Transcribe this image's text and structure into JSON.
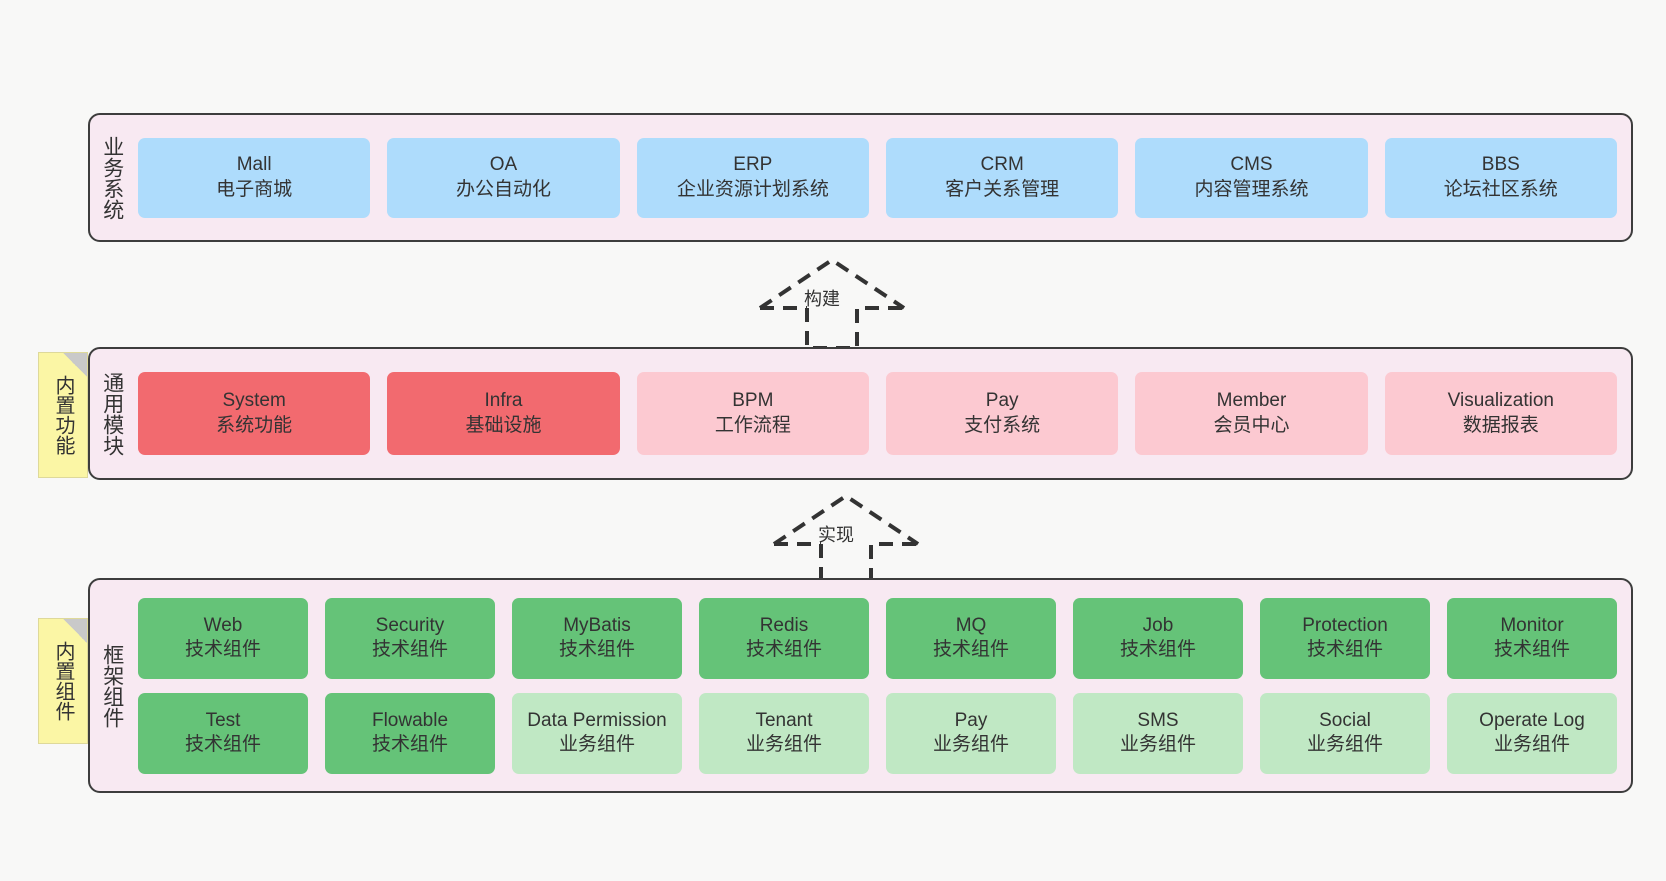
{
  "canvas": {
    "background": "#f8f8f7",
    "panel_background": "#f8e9f2",
    "panel_border": "#3d3d3d"
  },
  "palette": {
    "blue": "#aedcfc",
    "red": "#f26a6f",
    "pink": "#fcc9d1",
    "green": "#65c378",
    "light_green": "#c0e8c4",
    "note_yellow": "#fbf6a5"
  },
  "layers": {
    "business": {
      "title": "业务系统",
      "cards": [
        {
          "en": "Mall",
          "cn": "电子商城",
          "color": "blue"
        },
        {
          "en": "OA",
          "cn": "办公自动化",
          "color": "blue"
        },
        {
          "en": "ERP",
          "cn": "企业资源计划系统",
          "color": "blue"
        },
        {
          "en": "CRM",
          "cn": "客户关系管理",
          "color": "blue"
        },
        {
          "en": "CMS",
          "cn": "内容管理系统",
          "color": "blue"
        },
        {
          "en": "BBS",
          "cn": "论坛社区系统",
          "color": "blue"
        }
      ]
    },
    "modules": {
      "title": "通用模块",
      "note": "内置功能",
      "cards": [
        {
          "en": "System",
          "cn": "系统功能",
          "color": "red"
        },
        {
          "en": "Infra",
          "cn": "基础设施",
          "color": "red"
        },
        {
          "en": "BPM",
          "cn": "工作流程",
          "color": "pink"
        },
        {
          "en": "Pay",
          "cn": "支付系统",
          "color": "pink"
        },
        {
          "en": "Member",
          "cn": "会员中心",
          "color": "pink"
        },
        {
          "en": "Visualization",
          "cn": "数据报表",
          "color": "pink"
        }
      ]
    },
    "framework": {
      "title": "框架组件",
      "note": "内置组件",
      "row1": [
        {
          "en": "Web",
          "cn": "技术组件",
          "color": "green"
        },
        {
          "en": "Security",
          "cn": "技术组件",
          "color": "green"
        },
        {
          "en": "MyBatis",
          "cn": "技术组件",
          "color": "green"
        },
        {
          "en": "Redis",
          "cn": "技术组件",
          "color": "green"
        },
        {
          "en": "MQ",
          "cn": "技术组件",
          "color": "green"
        },
        {
          "en": "Job",
          "cn": "技术组件",
          "color": "green"
        },
        {
          "en": "Protection",
          "cn": "技术组件",
          "color": "green"
        },
        {
          "en": "Monitor",
          "cn": "技术组件",
          "color": "green"
        }
      ],
      "row2": [
        {
          "en": "Test",
          "cn": "技术组件",
          "color": "green"
        },
        {
          "en": "Flowable",
          "cn": "技术组件",
          "color": "green"
        },
        {
          "en": "Data Permission",
          "cn": "业务组件",
          "color": "light_green",
          "wrap": true
        },
        {
          "en": "Tenant",
          "cn": "业务组件",
          "color": "light_green"
        },
        {
          "en": "Pay",
          "cn": "业务组件",
          "color": "light_green"
        },
        {
          "en": "SMS",
          "cn": "业务组件",
          "color": "light_green"
        },
        {
          "en": "Social",
          "cn": "业务组件",
          "color": "light_green"
        },
        {
          "en": "Operate Log",
          "cn": "业务组件",
          "color": "light_green"
        }
      ]
    }
  },
  "arrows": [
    {
      "label": "构建",
      "name": "build-arrow"
    },
    {
      "label": "实现",
      "name": "implement-arrow"
    }
  ]
}
